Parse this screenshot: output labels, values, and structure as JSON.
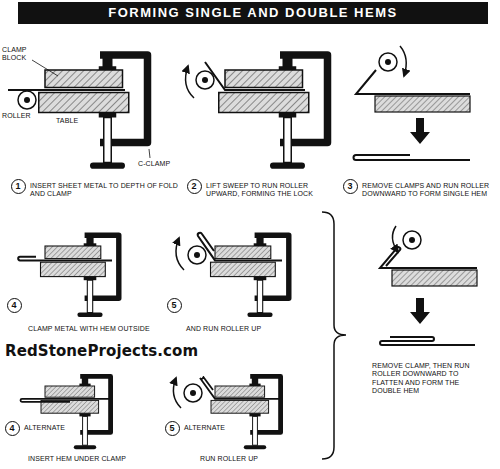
{
  "diagram": {
    "title": "FORMING SINGLE AND DOUBLE HEMS",
    "nodes": [
      {
        "text": [
          "1"
        ]
      },
      {
        "text": [
          "2"
        ]
      },
      {
        "text": [
          "3"
        ]
      },
      {
        "text": [
          "4"
        ]
      },
      {
        "text": [
          "5"
        ]
      },
      {
        "text": [
          "4"
        ]
      },
      {
        "text": [
          "5"
        ]
      }
    ],
    "labels": [
      "CLAMP BLOCK",
      "ROLLER",
      "TABLE",
      "C-CLAMP",
      "INSERT SHEET METAL TO DEPTH OF FOLD AND CLAMP",
      "LIFT SWEEP TO RUN ROLLER UPWARD, FORMING THE LOCK",
      "REMOVE CLAMPS AND RUN ROLLER DOWNWARD TO FORM SINGLE HEM",
      "CLAMP METAL WITH HEM OUTSIDE",
      "AND RUN ROLLER UP",
      "REMOVE CLAMP, THEN RUN ROLLER DOWNWARD TO FLATTEN AND FORM THE DOUBLE HEM",
      "RedStoneProjects.com",
      "ALTERNATE",
      "INSERT HEM UNDER CLAMP",
      "ALTERNATE",
      "RUN ROLLER UP"
    ]
  }
}
